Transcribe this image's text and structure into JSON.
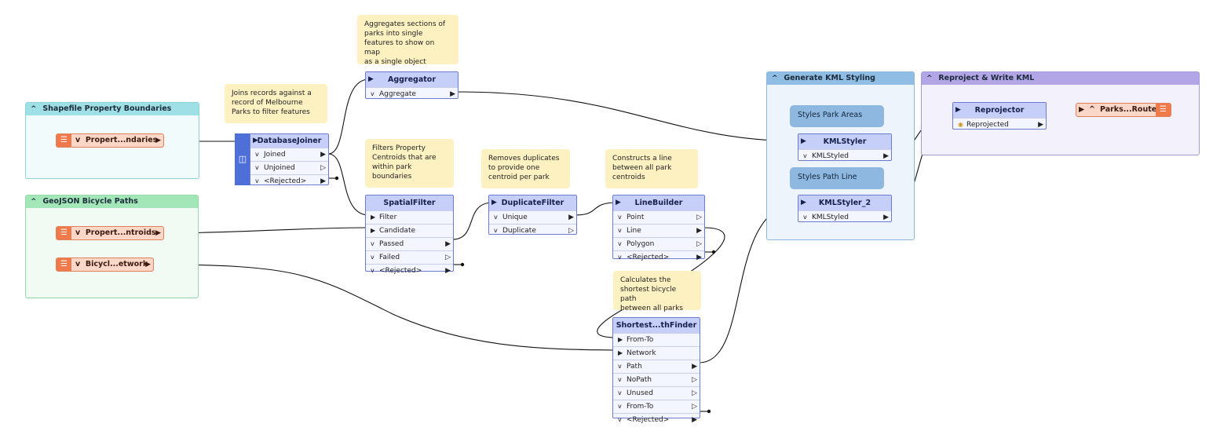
{
  "bookmarks": {
    "shapefile": {
      "title": "Shapefile Property Boundaries",
      "caret": "^",
      "color": "#9ee0e6"
    },
    "geojson": {
      "title": "GeoJSON Bicycle Paths",
      "caret": "^",
      "color": "#a3e6b8"
    },
    "kml_styling": {
      "title": "Generate KML Styling",
      "caret": "^",
      "color": "#8fbde3"
    },
    "reproject": {
      "title": "Reproject & Write KML",
      "caret": "^",
      "color": "#b3a6e6"
    }
  },
  "readers": {
    "property_boundaries": {
      "label": "Propert...ndaries",
      "chev": "v"
    },
    "property_centroids": {
      "label": "Propert...ntroids",
      "chev": "v"
    },
    "bicycle_network": {
      "label": "Bicycl...etwork",
      "chev": "v"
    }
  },
  "writer": {
    "label": "Parks...Route",
    "caret": "^"
  },
  "annotations": {
    "aggregator": [
      "Aggregates sections of",
      "parks into single",
      "features to show on map",
      "as a single object"
    ],
    "dbjoiner": [
      "Joins records against a",
      "record of Melbourne",
      "Parks to filter features"
    ],
    "spatialfilter": [
      "Filters Property",
      "Centroids that are",
      "within park",
      "boundaries"
    ],
    "duplicatefilter": [
      "Removes duplicates",
      "to provide one",
      "centroid per park"
    ],
    "linebuilder": [
      "Constructs a line",
      "between all park",
      "centroids"
    ],
    "pathfinder": [
      "Calculates the",
      "shortest bicycle path",
      "between all parks"
    ],
    "styles_park": "Styles Park Areas",
    "styles_path": "Styles Path Line"
  },
  "transformers": {
    "aggregator": {
      "name": "Aggregator",
      "ports": [
        "Aggregate"
      ]
    },
    "dbjoiner": {
      "name": "DatabaseJoiner",
      "ports": [
        "Joined",
        "Unjoined",
        "<Rejected>"
      ]
    },
    "spatialfilter": {
      "name": "SpatialFilter",
      "inputs": [
        "Filter",
        "Candidate"
      ],
      "ports": [
        "Passed",
        "Failed",
        "<Rejected>"
      ]
    },
    "duplicatefilter": {
      "name": "DuplicateFilter",
      "ports": [
        "Unique",
        "Duplicate"
      ]
    },
    "linebuilder": {
      "name": "LineBuilder",
      "ports": [
        "Point",
        "Line",
        "Polygon",
        "<Rejected>"
      ]
    },
    "pathfinder": {
      "name": "Shortest...thFinder",
      "inputs": [
        "From-To",
        "Network"
      ],
      "ports": [
        "Path",
        "NoPath",
        "Unused",
        "From-To",
        "<Rejected>"
      ]
    },
    "kmlstyler": {
      "name": "KMLStyler",
      "ports": [
        "KMLStyled"
      ]
    },
    "kmlstyler2": {
      "name": "KMLStyler_2",
      "ports": [
        "KMLStyled"
      ]
    },
    "reprojector": {
      "name": "Reprojector",
      "ports": [
        "Reprojected"
      ]
    }
  }
}
